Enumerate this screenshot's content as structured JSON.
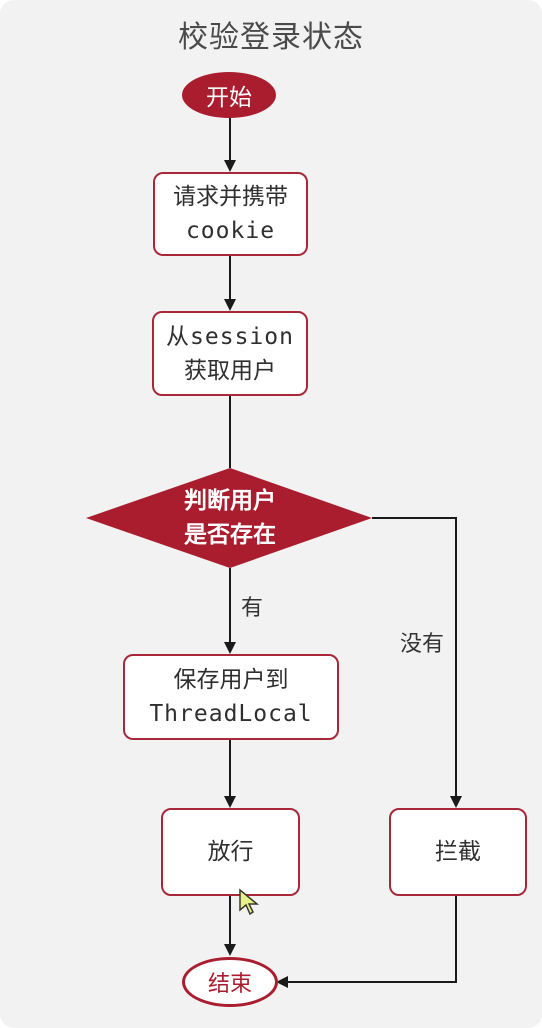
{
  "title": "校验登录状态",
  "nodes": {
    "start": "开始",
    "request_line1": "请求并携带",
    "request_line2": "cookie",
    "session_line1": "从session",
    "session_line2": "获取用户",
    "decision_line1": "判断用户",
    "decision_line2": "是否存在",
    "save_line1": "保存用户到",
    "save_line2": "ThreadLocal",
    "allow": "放行",
    "intercept": "拦截",
    "end": "结束"
  },
  "edge_labels": {
    "yes": "有",
    "no": "没有"
  },
  "colors": {
    "accent": "#a91d2e",
    "canvas": "#f2f2f3"
  }
}
